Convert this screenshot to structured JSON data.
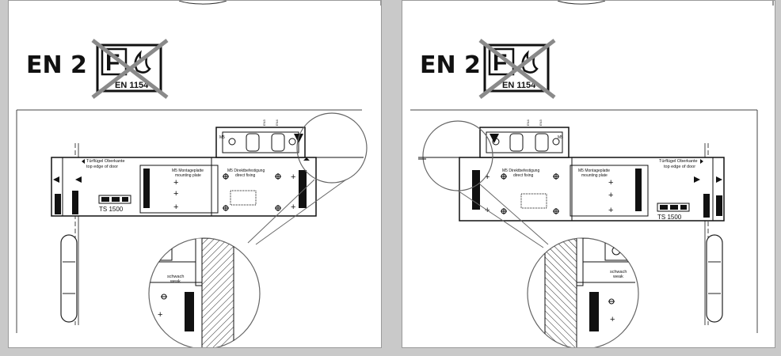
{
  "panels": [
    {
      "en_label": "EN 2",
      "fire_label": "EN 1154",
      "fire_letter": "F",
      "notes": {
        "top_edge_de": "Türflügel Oberkante",
        "top_edge_en": "top edge of door",
        "plate_de": "M5 Montageplatte",
        "plate_en": "mounting plate",
        "direct_de": "M5 Direktbefestigung",
        "direct_en": "direct fixing",
        "m5": "M5",
        "model": "TS 1500",
        "detail_de": "schwach",
        "detail_en": "weak",
        "en_tags": [
          "EN3",
          "EN4"
        ]
      }
    },
    {
      "en_label": "EN 2",
      "fire_label": "EN 1154",
      "fire_letter": "F",
      "notes": {
        "top_edge_de": "Türflügel Oberkante",
        "top_edge_en": "top edge of door",
        "plate_de": "M5 Montageplatte",
        "plate_en": "mounting plate",
        "direct_de": "M5 Direktbefestigung",
        "direct_en": "direct fixing",
        "m5": "M5",
        "model": "TS 1500",
        "detail_de": "schwach",
        "detail_en": "weak",
        "en_tags": [
          "EN3",
          "EN4"
        ]
      }
    }
  ],
  "colors": {
    "panel_bg": "#ffffff",
    "frame": "#c9c9c9",
    "line": "#111111",
    "cross": "#8a8a8a"
  }
}
